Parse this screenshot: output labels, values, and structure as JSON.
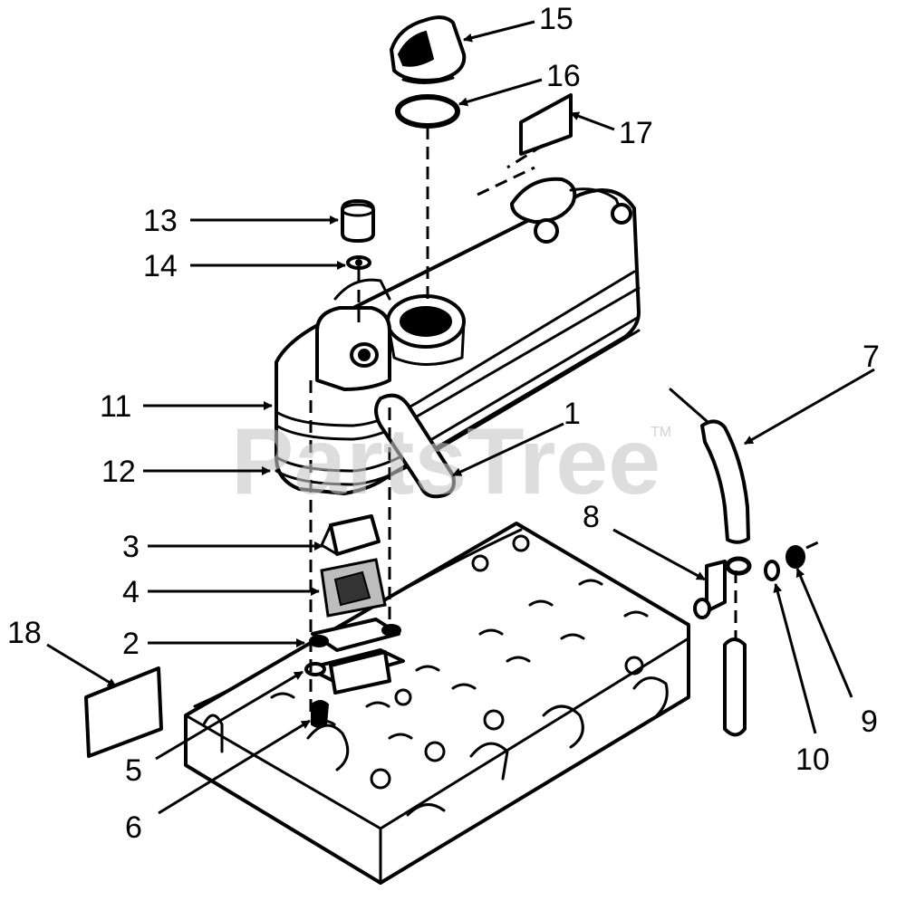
{
  "watermark": {
    "text": "PartsTree",
    "trademark": "TM"
  },
  "callouts": [
    {
      "id": "15",
      "label": "15"
    },
    {
      "id": "16",
      "label": "16"
    },
    {
      "id": "17",
      "label": "17"
    },
    {
      "id": "13",
      "label": "13"
    },
    {
      "id": "14",
      "label": "14"
    },
    {
      "id": "7",
      "label": "7"
    },
    {
      "id": "11",
      "label": "11"
    },
    {
      "id": "1",
      "label": "1"
    },
    {
      "id": "12",
      "label": "12"
    },
    {
      "id": "8",
      "label": "8"
    },
    {
      "id": "3",
      "label": "3"
    },
    {
      "id": "4",
      "label": "4"
    },
    {
      "id": "18",
      "label": "18"
    },
    {
      "id": "2",
      "label": "2"
    },
    {
      "id": "9",
      "label": "9"
    },
    {
      "id": "5",
      "label": "5"
    },
    {
      "id": "10",
      "label": "10"
    },
    {
      "id": "6",
      "label": "6"
    }
  ]
}
